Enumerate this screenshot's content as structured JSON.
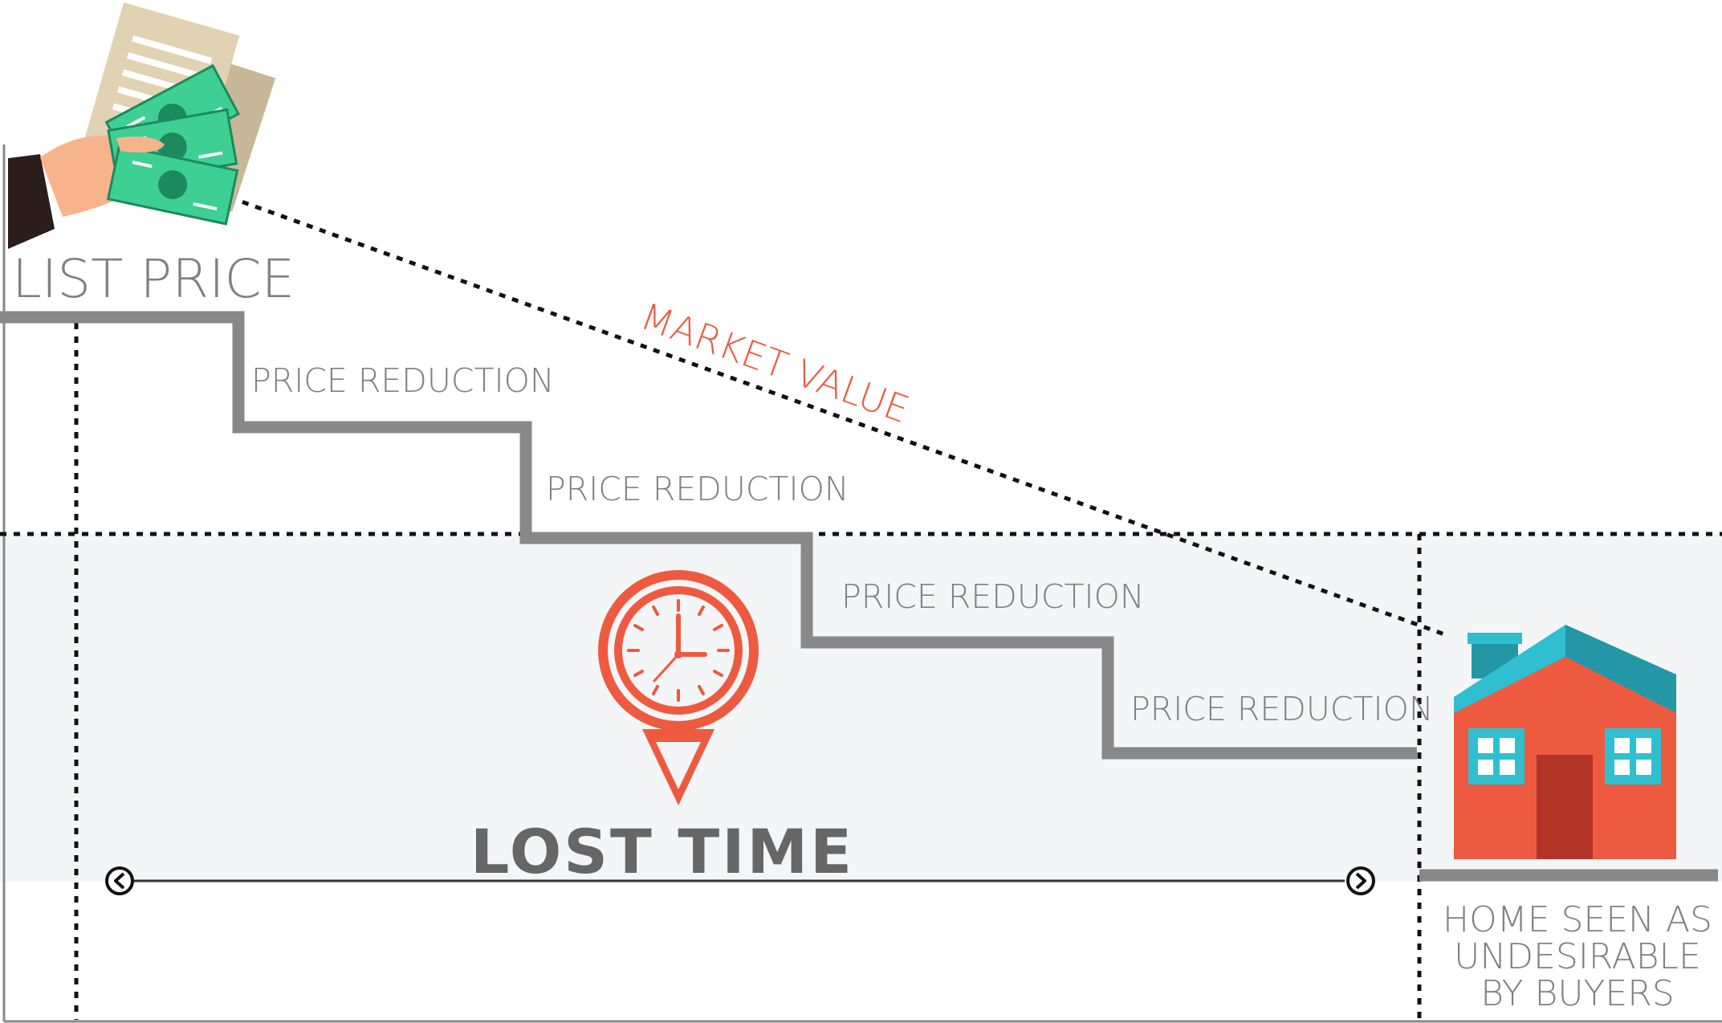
{
  "list_price_label": "LIST PRICE",
  "market_value_label": "MARKET VALUE",
  "price_reduction_labels": [
    "PRICE REDUCTION",
    "PRICE REDUCTION",
    "PRICE REDUCTION",
    "PRICE REDUCTION"
  ],
  "lost_time_label": "LOST TIME",
  "home_caption": [
    "HOME SEEN AS",
    "UNDESIRABLE",
    "BY BUYERS"
  ],
  "icons": [
    "money-hand-icon",
    "clock-pin-icon",
    "house-icon",
    "arrow-left-icon",
    "arrow-right-icon"
  ],
  "colors": {
    "accent_red": "#ee5a3f",
    "text_gray": "#808080",
    "step_gray": "#888888",
    "band_bg": "#f4f5f7",
    "house_body": "#ee5a3f",
    "house_roof": "#2fbfd0",
    "house_door": "#b23426",
    "money_green": "#3ecf93"
  }
}
